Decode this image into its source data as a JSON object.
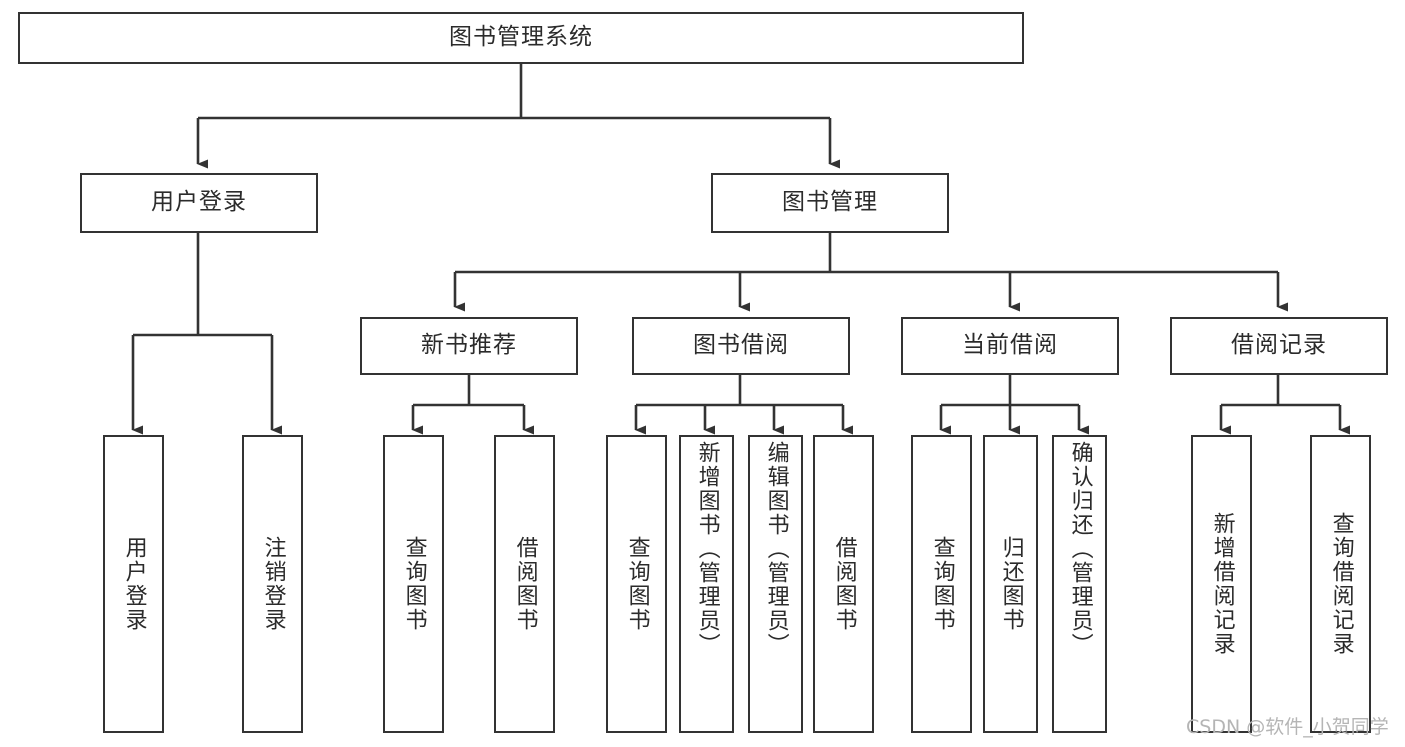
{
  "diagram": {
    "type": "tree-hierarchy",
    "title": "图书管理系统",
    "watermark": "CSDN @软件_小贺同学",
    "colors": {
      "stroke": "#333333",
      "fill": "#ffffff",
      "text": "#2b2b2b",
      "watermark": "#b5b5b5"
    },
    "nodes": {
      "root": {
        "label": "图书管理系统",
        "level": 0
      },
      "l1": [
        {
          "id": "user-login",
          "label": "用户登录"
        },
        {
          "id": "book-manage",
          "label": "图书管理"
        }
      ],
      "l2": [
        {
          "id": "new-book-rec",
          "label": "新书推荐"
        },
        {
          "id": "book-borrow",
          "label": "图书借阅"
        },
        {
          "id": "current-borrow",
          "label": "当前借阅"
        },
        {
          "id": "borrow-record",
          "label": "借阅记录"
        }
      ],
      "leaves": {
        "user-login": [
          {
            "id": "leaf-user-login",
            "label": "用户登录"
          },
          {
            "id": "leaf-logout",
            "label": "注销登录"
          }
        ],
        "new-book-rec": [
          {
            "id": "leaf-query-book-1",
            "label": "查询图书"
          },
          {
            "id": "leaf-borrow-book-1",
            "label": "借阅图书"
          }
        ],
        "book-borrow": [
          {
            "id": "leaf-query-book-2",
            "label": "查询图书"
          },
          {
            "id": "leaf-add-book",
            "label": "新增图书（管理员）"
          },
          {
            "id": "leaf-edit-book",
            "label": "编辑图书（管理员）"
          },
          {
            "id": "leaf-borrow-book-2",
            "label": "借阅图书"
          }
        ],
        "current-borrow": [
          {
            "id": "leaf-query-book-3",
            "label": "查询图书"
          },
          {
            "id": "leaf-return-book",
            "label": "归还图书"
          },
          {
            "id": "leaf-confirm-return",
            "label": "确认归还（管理员）"
          }
        ],
        "borrow-record": [
          {
            "id": "leaf-add-record",
            "label": "新增借阅记录"
          },
          {
            "id": "leaf-query-record",
            "label": "查询借阅记录"
          }
        ]
      }
    }
  }
}
